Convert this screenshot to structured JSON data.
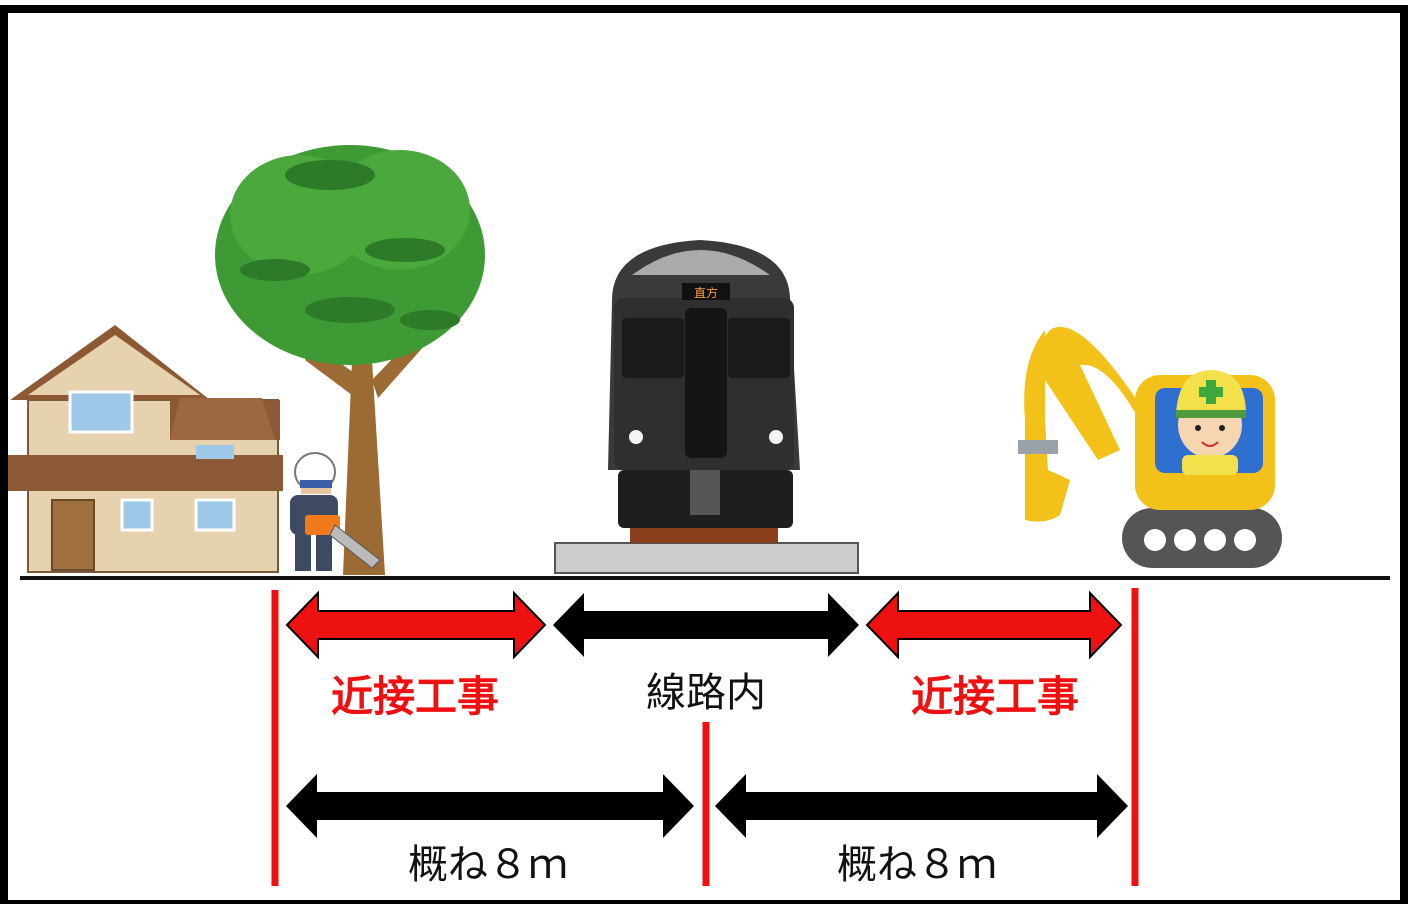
{
  "labels": {
    "left_zone": "近接工事",
    "center_zone": "線路内",
    "right_zone": "近接工事",
    "left_distance": "概ね８ｍ",
    "right_distance": "概ね８ｍ"
  },
  "illustrations": {
    "house": "house-icon",
    "tree": "tree-icon",
    "worker": "chainsaw-worker-icon",
    "train": "train-icon",
    "excavator": "excavator-icon",
    "operator": "operator-icon",
    "train_destination": "直方"
  },
  "colors": {
    "proximity": "#ee1111",
    "track": "#111111",
    "tree": "#3e9a35",
    "excavator": "#f2c21b"
  }
}
